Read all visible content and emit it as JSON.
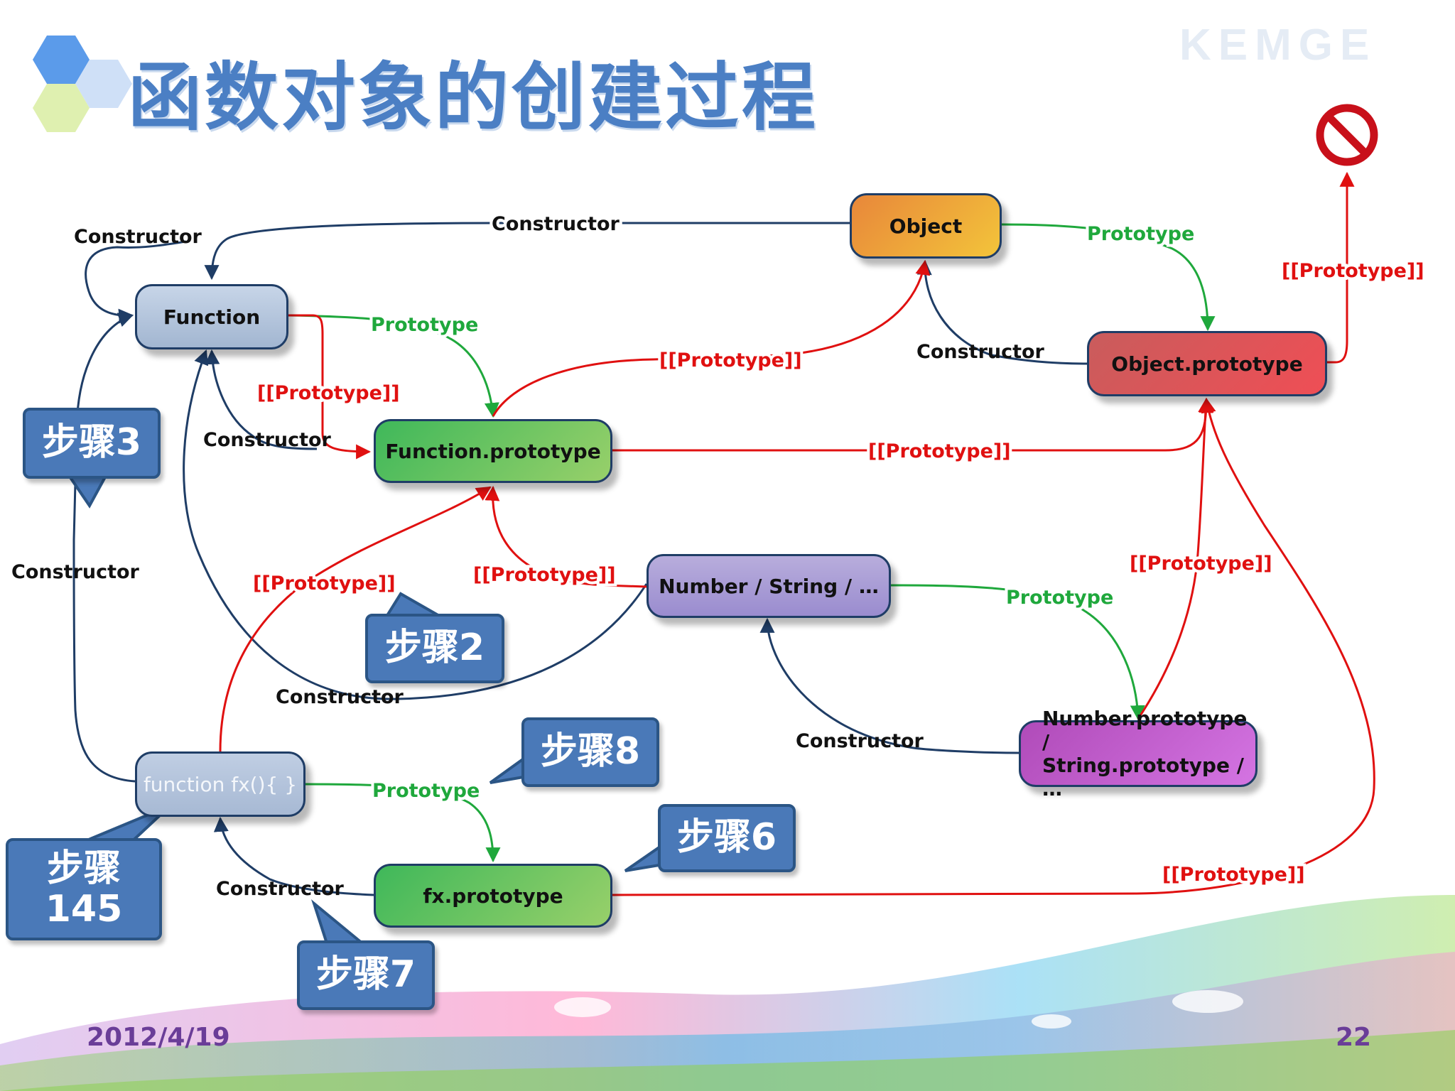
{
  "slide": {
    "title": "函数对象的创建过程",
    "watermark": "KEMGE",
    "date": "2012/4/19",
    "page_number": "22"
  },
  "colors": {
    "title": "#4b7fc4",
    "constructor_link": "#1f3d66",
    "prototype_link": "#1fa83c",
    "internal_prototype_link": "#e01010",
    "null_sign": "#c8101a",
    "step_callout": "#4a79b8"
  },
  "nodes": {
    "function": "Function",
    "object": "Object",
    "object_prototype": "Object.prototype",
    "function_prototype": "Function.prototype",
    "number_string": "Number / String / …",
    "number_prototype_line1": "Number.prototype /",
    "number_prototype_line2": "String.prototype / …",
    "fx": "function fx(){ }",
    "fx_prototype": "fx.prototype"
  },
  "labels": {
    "constructor": "Constructor",
    "prototype": "Prototype",
    "internal_prototype": "[[Prototype]]"
  },
  "steps": {
    "step3": "步骤3",
    "step2": "步骤2",
    "step8": "步骤8",
    "step6": "步骤6",
    "step145_line1": "步骤",
    "step145_line2": "145",
    "step7": "步骤7"
  },
  "icons": {
    "null_icon": "no-entry-sign",
    "logo_icon": "hexagon-cluster"
  }
}
